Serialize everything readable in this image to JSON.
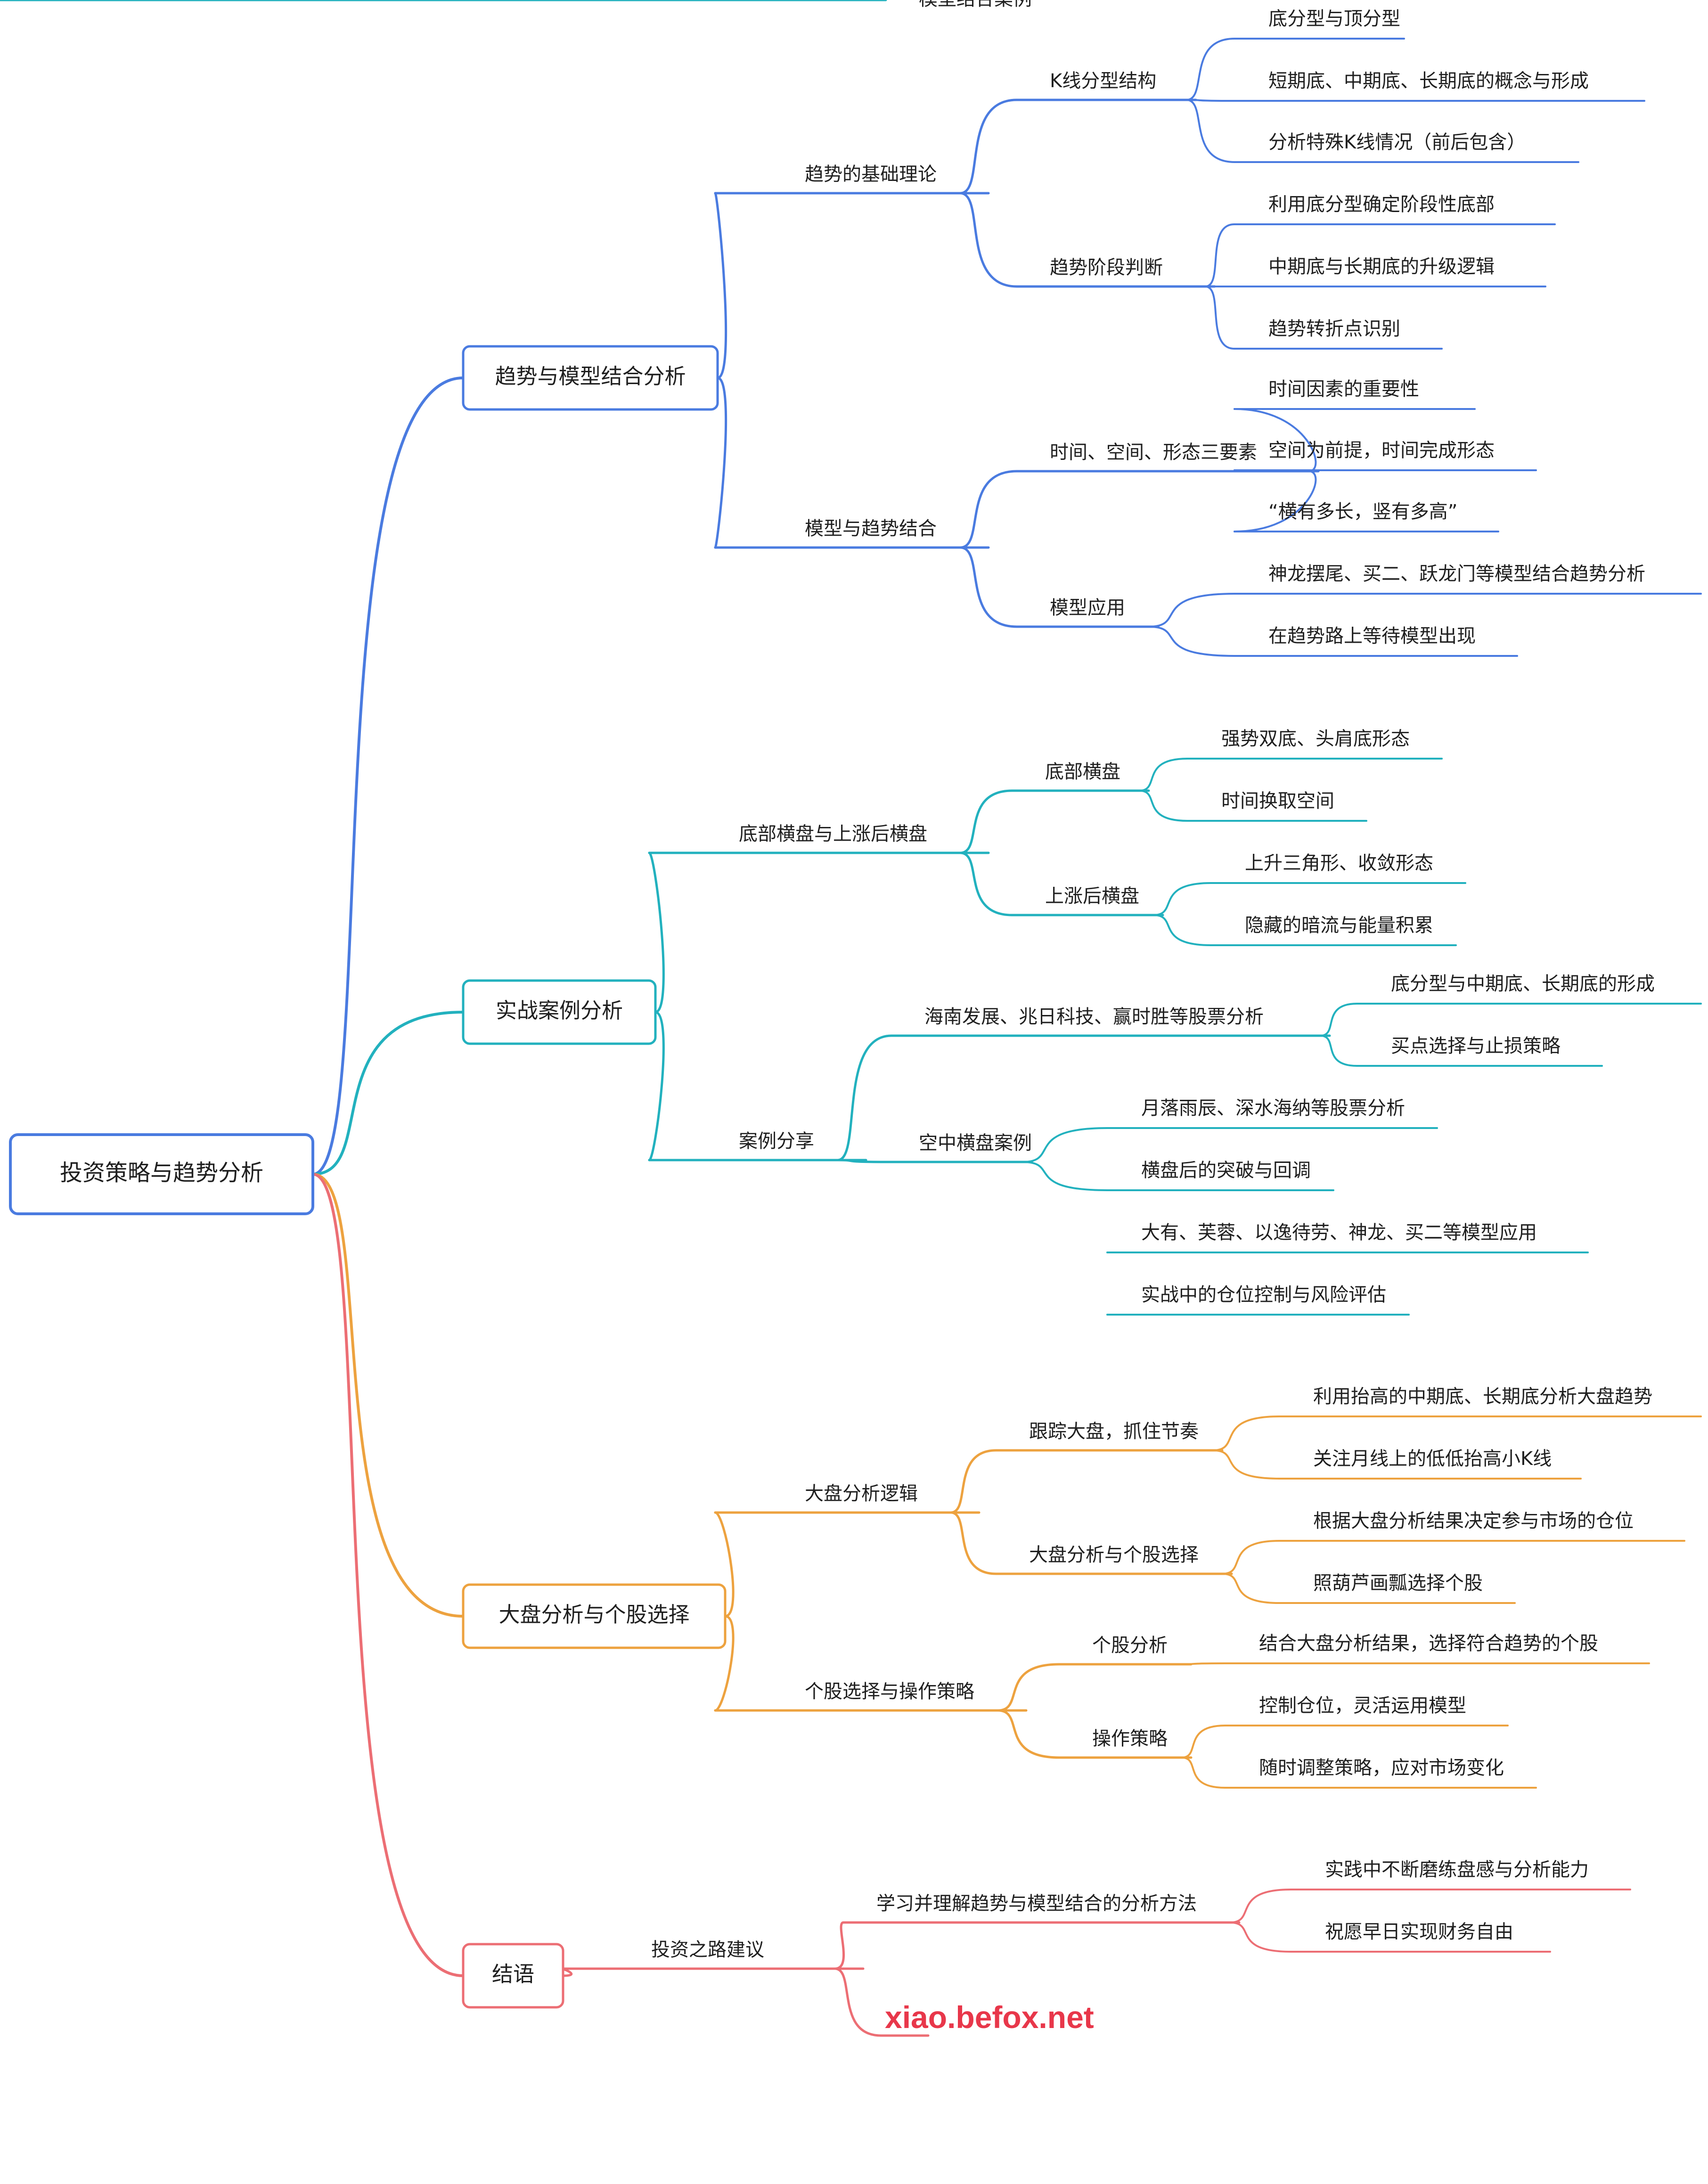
{
  "colors": {
    "root": "#4a7be0",
    "trend": "#4a7be0",
    "case": "#22b1be",
    "market": "#eda23f",
    "end": "#ec6e74",
    "watermark": "#e8374a"
  },
  "root": "投资策略与趋势分析",
  "branches": [
    {
      "label": "趋势与模型结合分析",
      "color_key": "trend",
      "children": [
        {
          "label": "趋势的基础理论",
          "children": [
            {
              "label": "K线分型结构",
              "children": [
                "底分型与顶分型",
                "短期底、中期底、长期底的概念与形成",
                "分析特殊K线情况（前后包含）"
              ]
            },
            {
              "label": "趋势阶段判断",
              "children": [
                "利用底分型确定阶段性底部",
                "中期底与长期底的升级逻辑",
                "趋势转折点识别"
              ]
            }
          ]
        },
        {
          "label": "模型与趋势结合",
          "children": [
            {
              "label": "时间、空间、形态三要素",
              "children": [
                "时间因素的重要性",
                "空间为前提，时间完成形态",
                "“横有多长，竖有多高”"
              ]
            },
            {
              "label": "模型应用",
              "children": [
                "神龙摆尾、买二、跃龙门等模型结合趋势分析",
                "在趋势路上等待模型出现"
              ]
            }
          ]
        }
      ]
    },
    {
      "label": "实战案例分析",
      "color_key": "case",
      "children": [
        {
          "label": "底部横盘与上涨后横盘",
          "children": [
            {
              "label": "底部横盘",
              "children": [
                "强势双底、头肩底形态",
                "时间换取空间"
              ]
            },
            {
              "label": "上涨后横盘",
              "children": [
                "上升三角形、收敛形态",
                "隐藏的暗流与能量积累"
              ]
            }
          ]
        },
        {
          "label": "案例分享",
          "children": [
            {
              "label": "海南发展、兆日科技、赢时胜等股票分析",
              "children": [
                "底分型与中期底、长期底的形成",
                "买点选择与止损策略"
              ]
            },
            {
              "label": "空中横盘案例",
              "children": [
                "月落雨辰、深水海纳等股票分析",
                "横盘后的突破与回调"
              ]
            },
            {
              "label": "模型结合案例",
              "children": [
                "大有、芙蓉、以逸待劳、神龙、买二等模型应用",
                "实战中的仓位控制与风险评估"
              ]
            }
          ]
        }
      ]
    },
    {
      "label": "大盘分析与个股选择",
      "color_key": "market",
      "children": [
        {
          "label": "大盘分析逻辑",
          "children": [
            {
              "label": "跟踪大盘，抓住节奏",
              "children": [
                "利用抬高的中期底、长期底分析大盘趋势",
                "关注月线上的低低抬高小K线"
              ]
            },
            {
              "label": "大盘分析与个股选择",
              "children": [
                "根据大盘分析结果决定参与市场的仓位",
                "照葫芦画瓢选择个股"
              ]
            }
          ]
        },
        {
          "label": "个股选择与操作策略",
          "children": [
            {
              "label": "个股分析",
              "children": [
                "结合大盘分析结果，选择符合趋势的个股"
              ]
            },
            {
              "label": "操作策略",
              "children": [
                "控制仓位，灵活运用模型",
                "随时调整策略，应对市场变化"
              ]
            }
          ]
        }
      ]
    },
    {
      "label": "结语",
      "color_key": "end",
      "children": [
        {
          "label": "投资之路建议",
          "children": [
            {
              "label": "学习并理解趋势与模型结合的分析方法",
              "children": [
                "实践中不断磨练盘感与分析能力",
                "祝愿早日实现财务自由"
              ]
            },
            {
              "label": "xiao.befox.net",
              "watermark": true,
              "children": []
            }
          ]
        }
      ]
    }
  ]
}
